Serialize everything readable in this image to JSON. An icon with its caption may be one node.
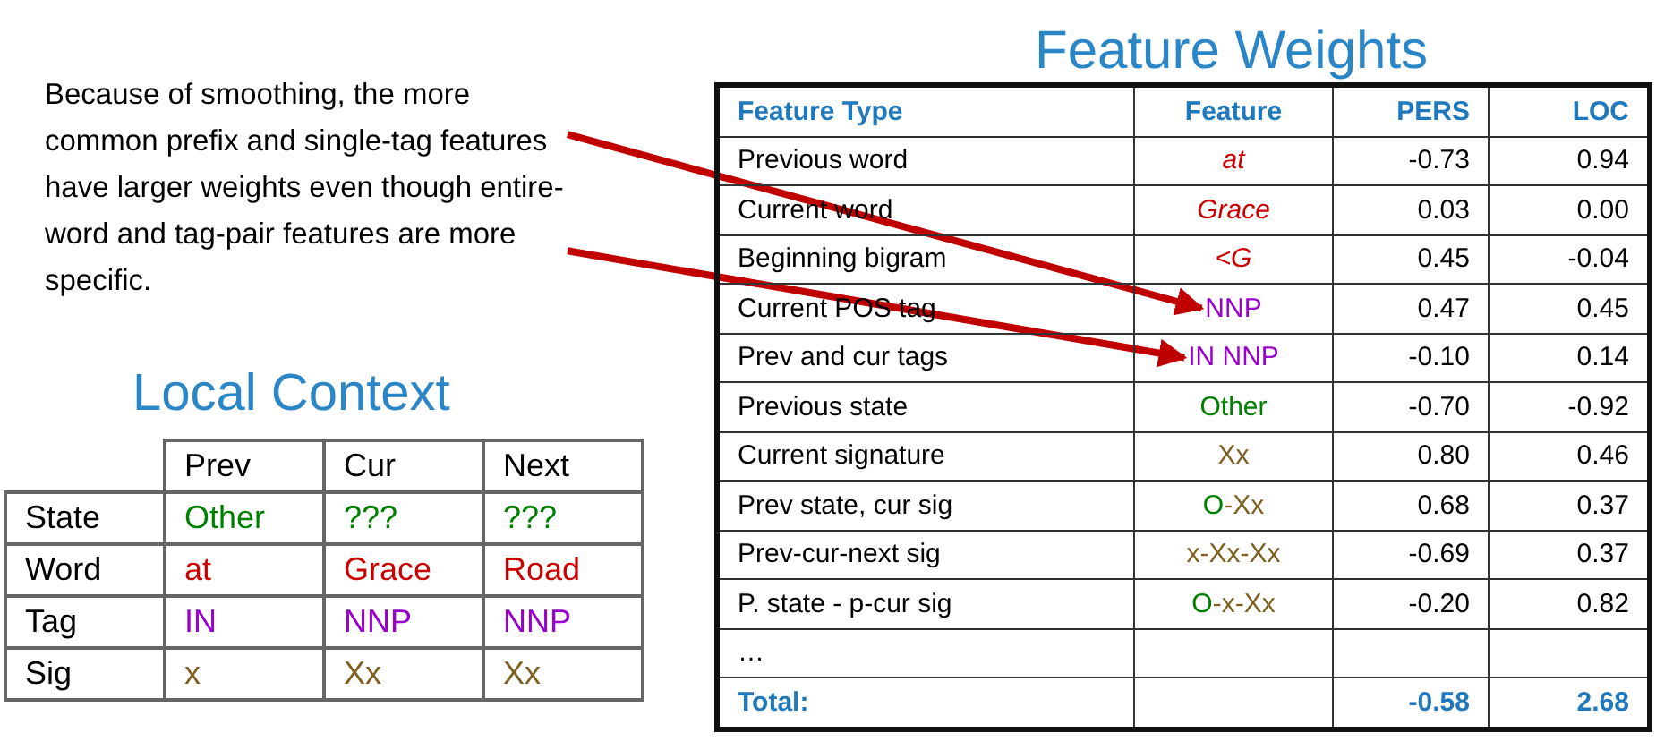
{
  "diagram": {
    "nodes": [
      {
        "text": [
          "Because of smoothing, the more common prefix and single-tag features have larger weights even though entire-word and tag-pair features are more specific."
        ]
      },
      {
        "text": [
          "NNP"
        ]
      },
      {
        "text": [
          "IN NNP"
        ]
      }
    ],
    "edges": [
      {
        "from": 0,
        "to": 1,
        "arrow": "to"
      },
      {
        "from": 0,
        "to": 2,
        "arrow": "to"
      }
    ],
    "labels": [
      "Feature Weights",
      "Feature Type",
      "Feature",
      "PERS",
      "LOC",
      "Previous word",
      "at",
      "-0.73",
      "0.94",
      "Current word",
      "Grace",
      "0.03",
      "0.00",
      "Beginning bigram",
      "<G",
      "0.45",
      "-0.04",
      "Current POS tag",
      "0.47",
      "0.45",
      "Prev and cur tags",
      "-0.10",
      "0.14",
      "Previous state",
      "Other",
      "-0.70",
      "-0.92",
      "Current signature",
      "Xx",
      "0.80",
      "0.46",
      "Prev state, cur sig",
      "O-Xx",
      "0.68",
      "0.37",
      "Prev-cur-next sig",
      "x-Xx-Xx",
      "-0.69",
      "0.37",
      "P. state - p-cur sig",
      "O-x-Xx",
      "-0.20",
      "0.82",
      "…",
      "Total:",
      "-0.58",
      "2.68",
      "Local Context",
      "Prev",
      "Cur",
      "Next",
      "State",
      "Other",
      "???",
      "???",
      "Word",
      "at",
      "Grace",
      "Road",
      "Tag",
      "IN",
      "NNP",
      "NNP",
      "Sig",
      "x",
      "Xx",
      "Xx"
    ]
  }
}
